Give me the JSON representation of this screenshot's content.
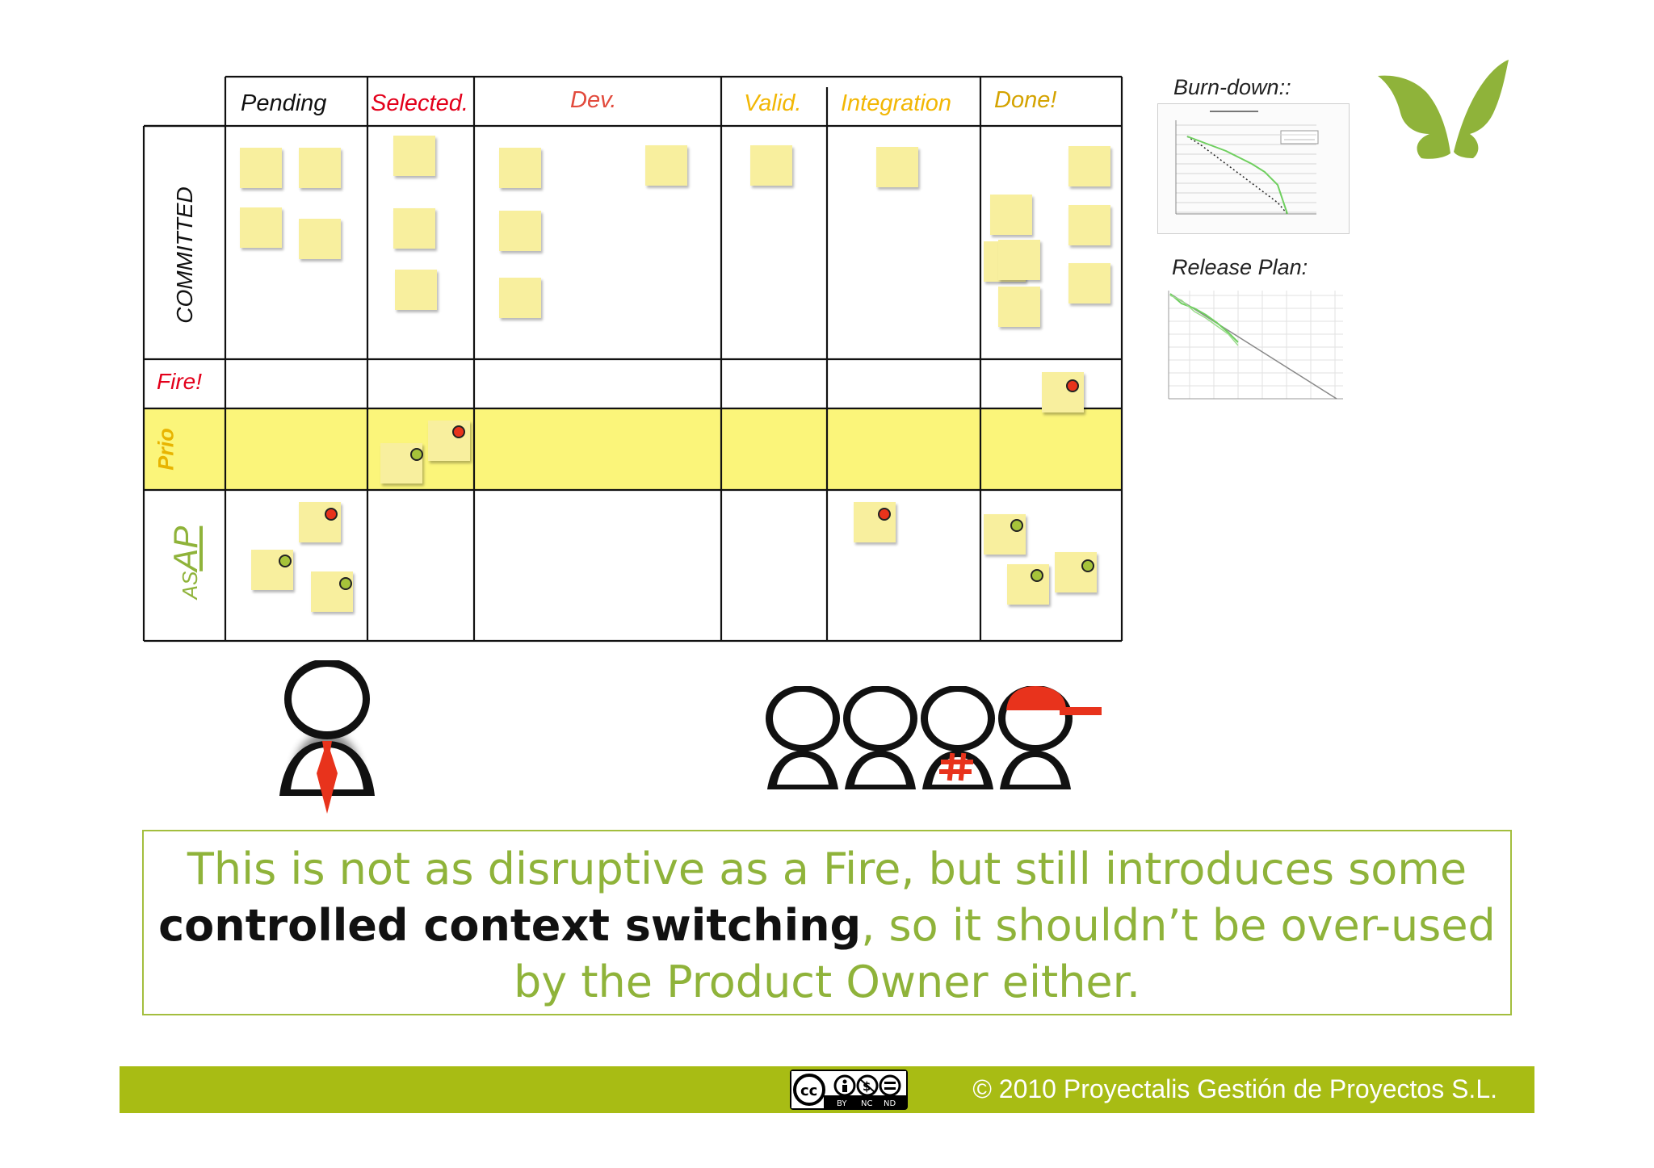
{
  "board": {
    "columns": [
      "Pending",
      "Selected.",
      "Dev.",
      "Valid.",
      "Integration",
      "Done!"
    ],
    "column_colors": [
      "#111111",
      "#e3001b",
      "#e24a3c",
      "#f2b705",
      "#f2b705",
      "#d4a300"
    ],
    "rows": {
      "committed": "COMMITTED",
      "fire": "Fire!",
      "prio": "Prio",
      "asap_small": "AS",
      "asap_big": "AP"
    },
    "row_colors": {
      "committed": "#111111",
      "fire": "#e3001b",
      "prio": "#e8b400",
      "asap": "#8fb33a"
    },
    "prio_highlight_color": "#fbf57a"
  },
  "side_panel": {
    "burndown_title": "Burn-down::",
    "release_title": "Release Plan:"
  },
  "caption": {
    "line1": "This is not as disruptive as a Fire, but still introduces some",
    "bold": "controlled context switching",
    "line2_rest": ", so it shouldn’t be over-used",
    "line3": "by the Product Owner either."
  },
  "footer": {
    "copyright": "© 2010 Proyectalis Gestión de Proyectos S.L.",
    "license": {
      "cc": "cc",
      "by": "BY",
      "nc": "NC",
      "nd": "ND"
    },
    "bar_color": "#a8bc14"
  },
  "people": {
    "product_owner": "product-owner",
    "team_size": 4
  },
  "brand": {
    "logo": "butterfly-logo",
    "color": "#8fb33a"
  }
}
